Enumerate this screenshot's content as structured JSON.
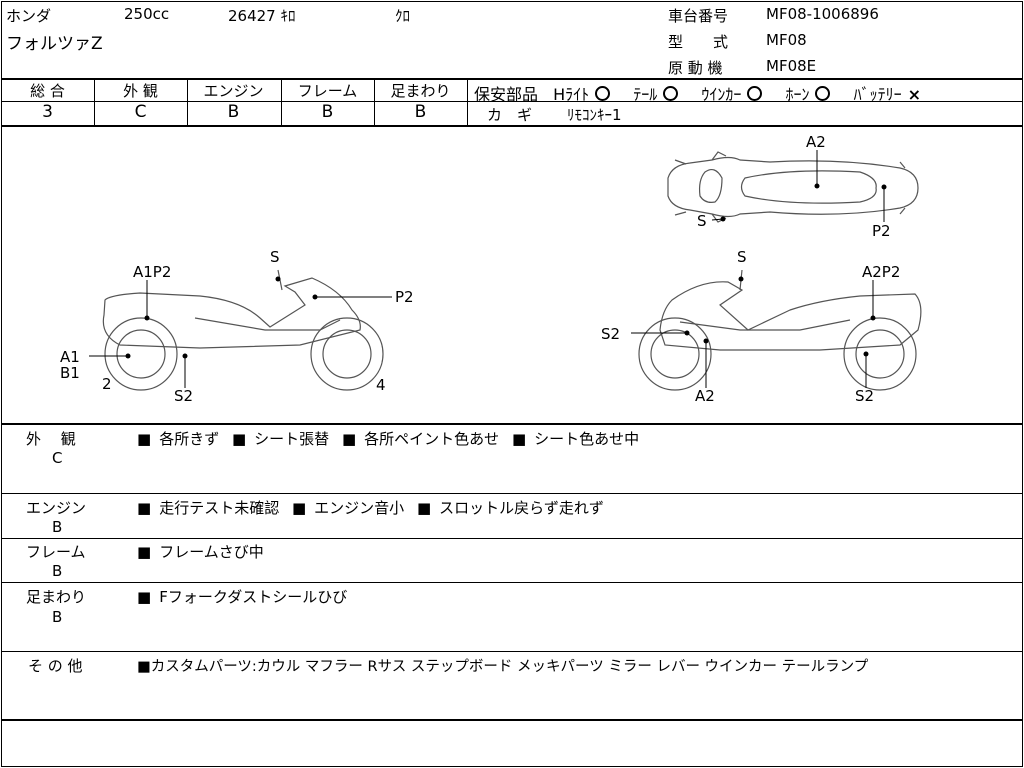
{
  "header": {
    "maker": "ホンダ",
    "displacement": "250cc",
    "mileage": "26427 ｷﾛ",
    "color": "ｸﾛ",
    "model_name": "フォルツァZ",
    "frame_no_label": "車台番号",
    "frame_no_value": "MF08-1006896",
    "type_label": "型　　式",
    "type_value": "MF08",
    "engine_label": "原 動 機",
    "engine_value": "MF08E"
  },
  "grades": [
    {
      "label": "総 合",
      "value": "3"
    },
    {
      "label": "外 観",
      "value": "C"
    },
    {
      "label": "エンジン",
      "value": "B"
    },
    {
      "label": "フレーム",
      "value": "B"
    },
    {
      "label": "足まわり",
      "value": "B"
    }
  ],
  "safety": {
    "title": "保安部品",
    "items": [
      {
        "label": "Hﾗｲﾄ",
        "mark": "circle"
      },
      {
        "label": "ﾃｰﾙ",
        "mark": "circle"
      },
      {
        "label": "ｳｲﾝｶｰ",
        "mark": "circle"
      },
      {
        "label": "ﾎｰﾝ",
        "mark": "circle"
      },
      {
        "label": "ﾊﾞｯﾃﾘｰ",
        "mark": "cross"
      }
    ],
    "x_mark": "×",
    "key_label": "カ　ギ",
    "key_value": "ﾘﾓｺﾝｷｰ1"
  },
  "diagram": {
    "top_view": {
      "a2": "A2",
      "s": "S",
      "p2": "P2"
    },
    "left_view": {
      "a1p2": "A1P2",
      "s": "S",
      "p2": "P2",
      "a1": "A1",
      "b1": "B1",
      "n2": "2",
      "s2": "S2",
      "n4": "4"
    },
    "right_view": {
      "s": "S",
      "a2p2": "A2P2",
      "s2_left": "S2",
      "a2": "A2",
      "s2_right": "S2"
    }
  },
  "notes": [
    {
      "label": "外　 観",
      "grade": "C",
      "items": [
        "各所きず",
        "シート張替",
        "各所ペイント色あせ",
        "シート色あせ中"
      ]
    },
    {
      "label": "エンジン",
      "grade": "B",
      "items": [
        "走行テスト未確認",
        "エンジン音小",
        "スロットル戻らず走れず"
      ]
    },
    {
      "label": "フレーム",
      "grade": "B",
      "items": [
        "フレームさび中"
      ]
    },
    {
      "label": "足まわり",
      "grade": "B",
      "items": [
        "Fフォークダストシールひび"
      ]
    },
    {
      "label": "そ の 他",
      "text": "■カスタムパーツ:カウル マフラー Rサス ステップボード メッキパーツ ミラー レバー ウインカー テールランプ"
    }
  ]
}
